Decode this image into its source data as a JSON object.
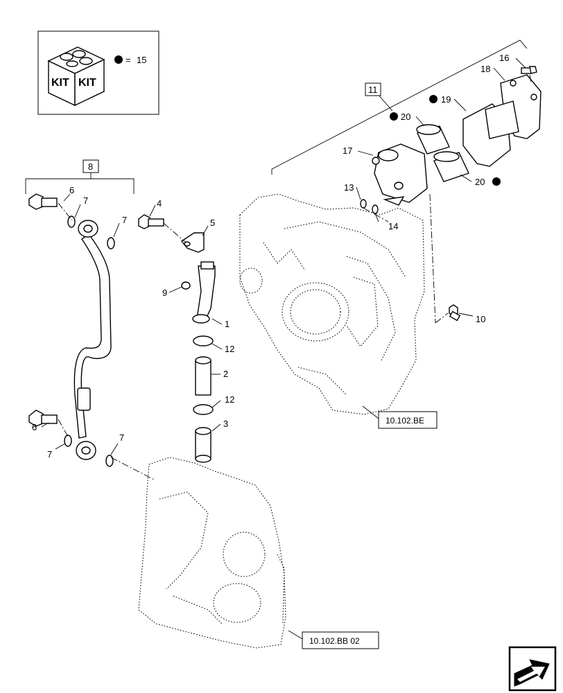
{
  "kit": {
    "label_left": "KIT",
    "label_right": "KIT",
    "legend_equals": "=",
    "legend_item": "15"
  },
  "groups": {
    "fuel_line_group": "8",
    "housing_group": "11"
  },
  "callouts": {
    "p1": "1",
    "p2": "2",
    "p3": "3",
    "p4": "4",
    "p5": "5",
    "p6_top": "6",
    "p6_bottom": "6",
    "p7_a": "7",
    "p7_b": "7",
    "p7_c": "7",
    "p7_d": "7",
    "p9": "9",
    "p10": "10",
    "p12_a": "12",
    "p12_b": "12",
    "p13": "13",
    "p14": "14",
    "p16": "16",
    "p17": "17",
    "p18": "18",
    "p19": "19",
    "p20_a": "20",
    "p20_b": "20"
  },
  "references": {
    "ref_flywheel_housing": "10.102.BE",
    "ref_front_housing": "10.102.BB 02"
  },
  "navigation": {
    "icon": "next-page-arrow-icon"
  }
}
